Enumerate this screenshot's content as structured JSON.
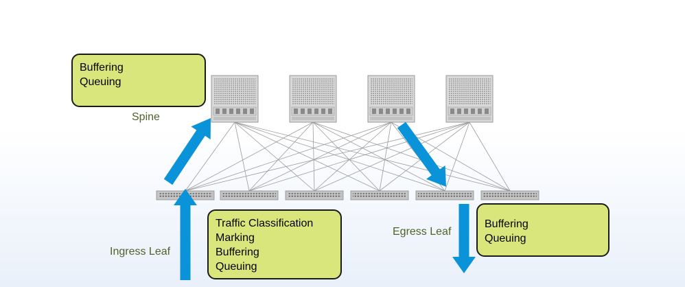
{
  "callouts": {
    "spine": [
      "Buffering",
      "Queuing"
    ],
    "ingress": [
      "Traffic Classification",
      "Marking",
      "Buffering",
      "Queuing"
    ],
    "egress": [
      "Buffering",
      "Queuing"
    ]
  },
  "labels": {
    "spine": "Spine",
    "ingress_leaf": "Ingress Leaf",
    "egress_leaf": "Egress Leaf"
  },
  "topology": {
    "spine_count": 4,
    "leaf_count": 6,
    "links": "full-mesh"
  },
  "colors": {
    "callout_fill": "#d9e67c",
    "callout_border": "#1a1a1a",
    "arrow": "#0a93d8",
    "label_text": "#4f6228",
    "link_line": "#9a9a9a",
    "device_body": "#d8d8d8"
  }
}
